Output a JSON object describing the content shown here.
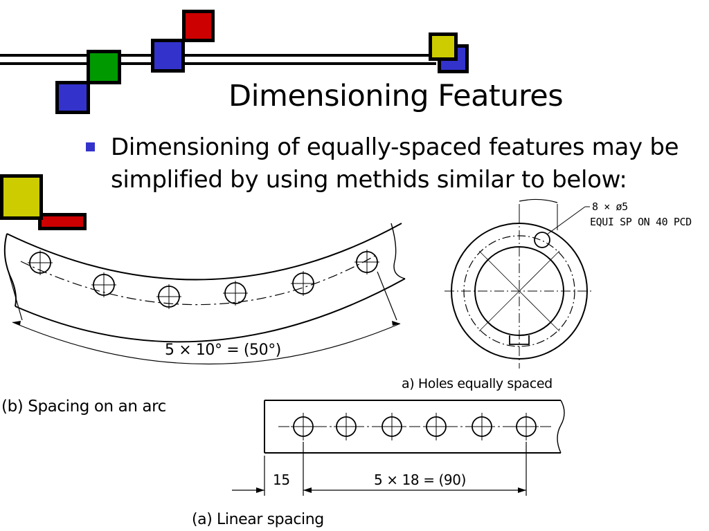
{
  "slide": {
    "title": "Dimensioning Features",
    "bullet": "Dimensioning of equally-spaced features may be simplified by using methids similar to below:"
  },
  "figures": {
    "arc": {
      "caption": "(b) Spacing on an arc",
      "dimension": "5 × 10° = (50°)"
    },
    "circle": {
      "caption": "a) Holes equally spaced",
      "note_line1": "8 × ø5",
      "note_line2": "EQUI SP ON 40 PCD"
    },
    "linear": {
      "caption": "(a) Linear spacing",
      "dim_start": "15",
      "dim_span": "5 × 18 = (90)"
    }
  },
  "colors": {
    "blue": "#3333cc",
    "green": "#009900",
    "red": "#cc0000",
    "yellow": "#cccc00",
    "bullet": "#3333cc"
  }
}
